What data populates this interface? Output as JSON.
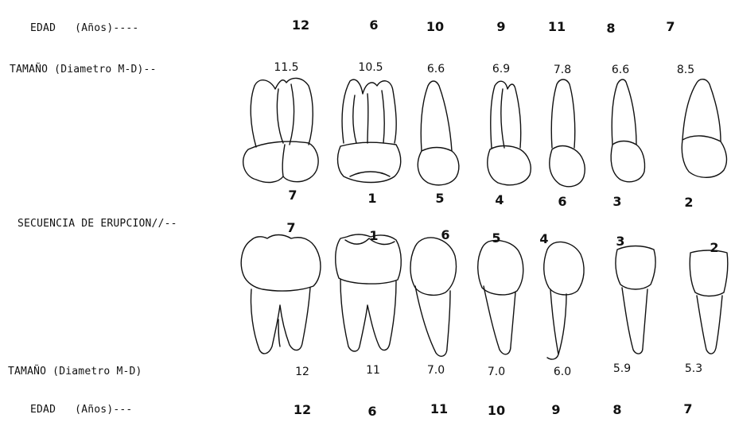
{
  "upper": {
    "edad_label": "EDAD   (Años)----",
    "tamano_label": "TAMAÑO (Diametro M-D)--",
    "edad": [
      "12",
      "6",
      "10",
      "9",
      "11",
      "8",
      "7"
    ],
    "tamano": [
      "11.5",
      "10.5",
      "6.6",
      "6.9",
      "7.8",
      "6.6",
      "8.5"
    ],
    "secuencia": [
      "7",
      "1",
      "5",
      "4",
      "6",
      "3",
      "2"
    ]
  },
  "secuencia_label": "SECUENCIA DE ERUPCION//--",
  "lower": {
    "secuencia": [
      "7",
      "1",
      "6",
      "5",
      "4",
      "3",
      "2"
    ],
    "tamano_label": "TAMAÑO (Diametro M-D)",
    "edad_label": "EDAD   (Años)---",
    "tamano": [
      "12",
      "11",
      "7.0",
      "7.0",
      "6.0",
      "5.9",
      "5.3"
    ],
    "edad": [
      "12",
      "6",
      "11",
      "10",
      "9",
      "8",
      "7"
    ]
  }
}
